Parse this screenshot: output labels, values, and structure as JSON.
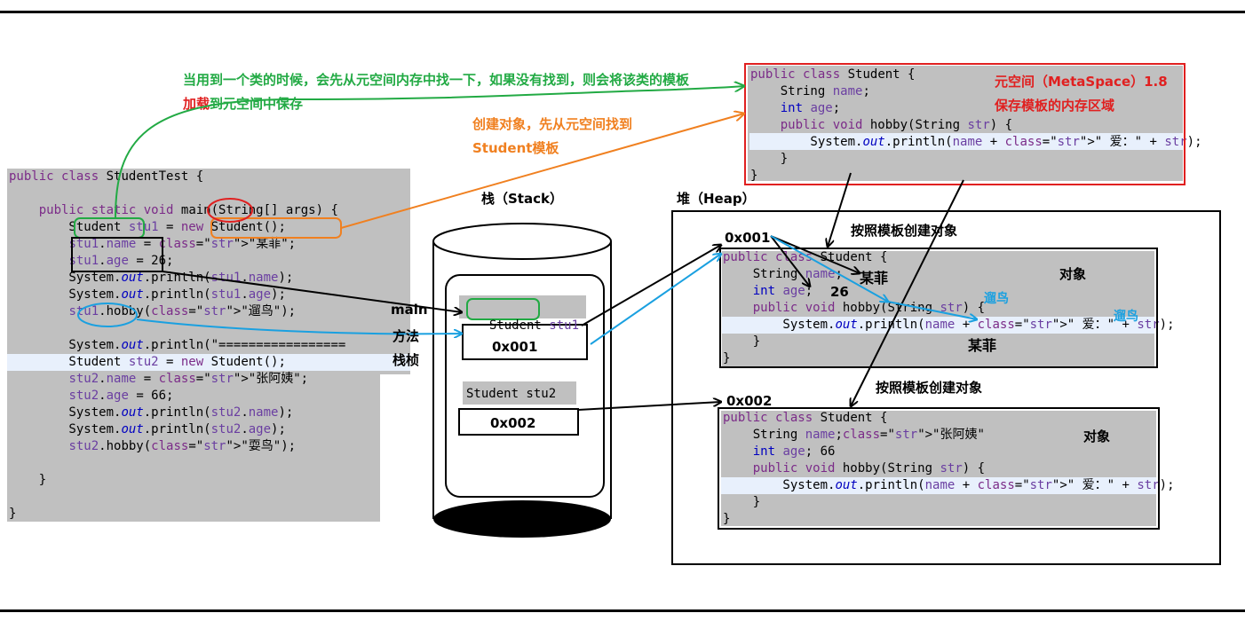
{
  "annotations": {
    "green_note_line1": "当用到一个类的时候，会先从元空间内存中找一下，如果没有找到，则会将该类的模板",
    "green_note_line2_red": "加载",
    "green_note_line2_rest": "到元空间中保存",
    "orange_note_line1": "创建对象，先从元空间找到",
    "orange_note_line2": "Student模板",
    "metaspace_line1": "元空间（MetaSpace）1.8",
    "metaspace_line2": "保存模板的内存区域",
    "stack_title": "栈（Stack）",
    "heap_title": "堆（Heap）",
    "create_from_template_1": "按照模板创建对象",
    "create_from_template_2": "按照模板创建对象",
    "object_label_1": "对象",
    "object_label_2": "对象",
    "main_frame_1": "main",
    "main_frame_2": "方法",
    "main_frame_3": "栈桢",
    "addr1": "0x001",
    "addr2": "0x002",
    "heap_addr1": "0x001",
    "heap_addr2": "0x002",
    "stack_var1_type": "Student",
    "stack_var1_name": " stu1",
    "stack_var2_text": "Student stu2",
    "heap1_name_value": "某菲",
    "heap1_age_value": "26",
    "heap1_hobby_note1": "遛鸟",
    "heap1_hobby_note2": "遛鸟",
    "heap1_name_below": "某菲"
  },
  "code_left": [
    "public class StudentTest {",
    "",
    "    public static void main(String[] args) {",
    "        Student stu1 = new Student();",
    "        stu1.name = \"某菲\";",
    "        stu1.age = 26;",
    "        System.out.println(stu1.name);",
    "        System.out.println(stu1.age);",
    "        stu1.hobby(\"遛鸟\");",
    "",
    "        System.out.println(\"=================",
    "        Student stu2 = new Student();",
    "        stu2.name = \"张阿姨\";",
    "        stu2.age = 66;",
    "        System.out.println(stu2.name);",
    "        System.out.println(stu2.age);",
    "        stu2.hobby(\"耍鸟\");",
    "",
    "    }",
    "",
    "}"
  ],
  "code_meta": [
    "public class Student {",
    "    String name;",
    "    int age;",
    "    public void hobby(String str) {",
    "        System.out.println(name + \" 爱：\" + str);",
    "    }",
    "}"
  ],
  "code_heap1": [
    "public class Student {",
    "    String name;",
    "    int age;",
    "    public void hobby(String str) {",
    "        System.out.println(name + \" 爱：\" + str);",
    "    }",
    "}"
  ],
  "code_heap2": [
    "public class Student {",
    "    String name;\"张阿姨\"",
    "    int age; 66",
    "    public void hobby(String str) {",
    "        System.out.println(name + \" 爱：\" + str);",
    "    }",
    "}"
  ],
  "colors": {
    "green": "#22aa44",
    "orange": "#f08020",
    "red": "#e02020",
    "blue": "#1aa0e0",
    "code_bg": "#c0c0c0"
  }
}
